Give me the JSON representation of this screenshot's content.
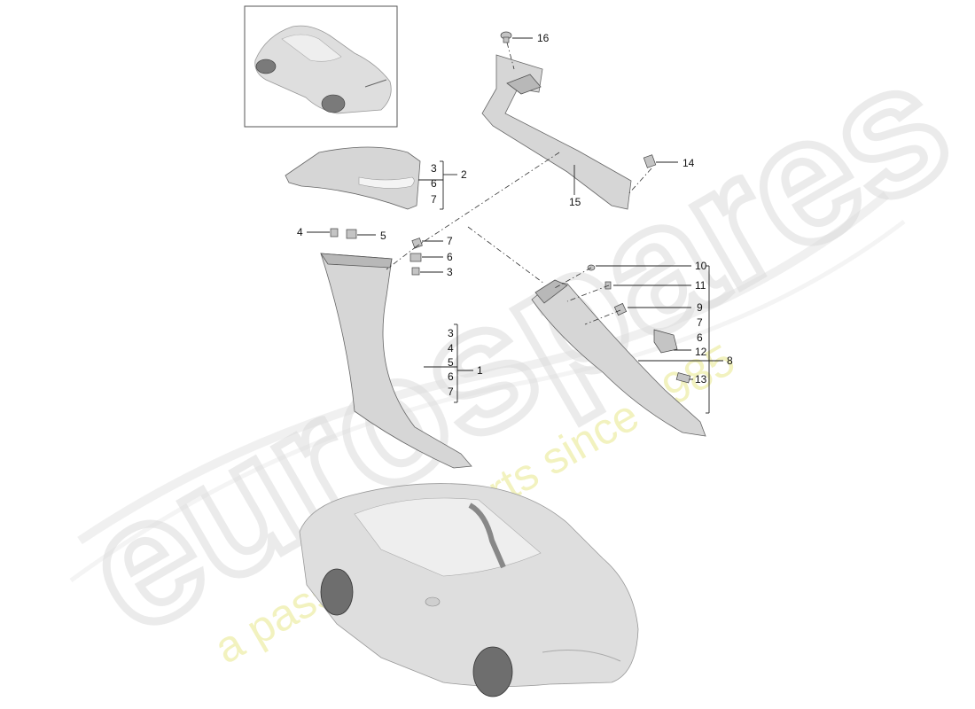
{
  "watermark": {
    "brand": "eurospares",
    "tagline": "a passion for parts since 1985",
    "tagline_color": "#e8e88c"
  },
  "thumbnail": {
    "icon": "car-icon"
  },
  "callouts": {
    "c16": "16",
    "c14": "14",
    "c15": "15",
    "c2": "2",
    "c2_stack": [
      "3",
      "6",
      "7"
    ],
    "c4": "4",
    "c5": "5",
    "c7a": "7",
    "c6a": "6",
    "c3a": "3",
    "c1": "1",
    "c1_stack": [
      "3",
      "4",
      "5",
      "6",
      "7"
    ],
    "c10": "10",
    "c11": "11",
    "c9": "9",
    "c7b": "7",
    "c6b": "6",
    "c12": "12",
    "c8": "8",
    "c13": "13"
  }
}
